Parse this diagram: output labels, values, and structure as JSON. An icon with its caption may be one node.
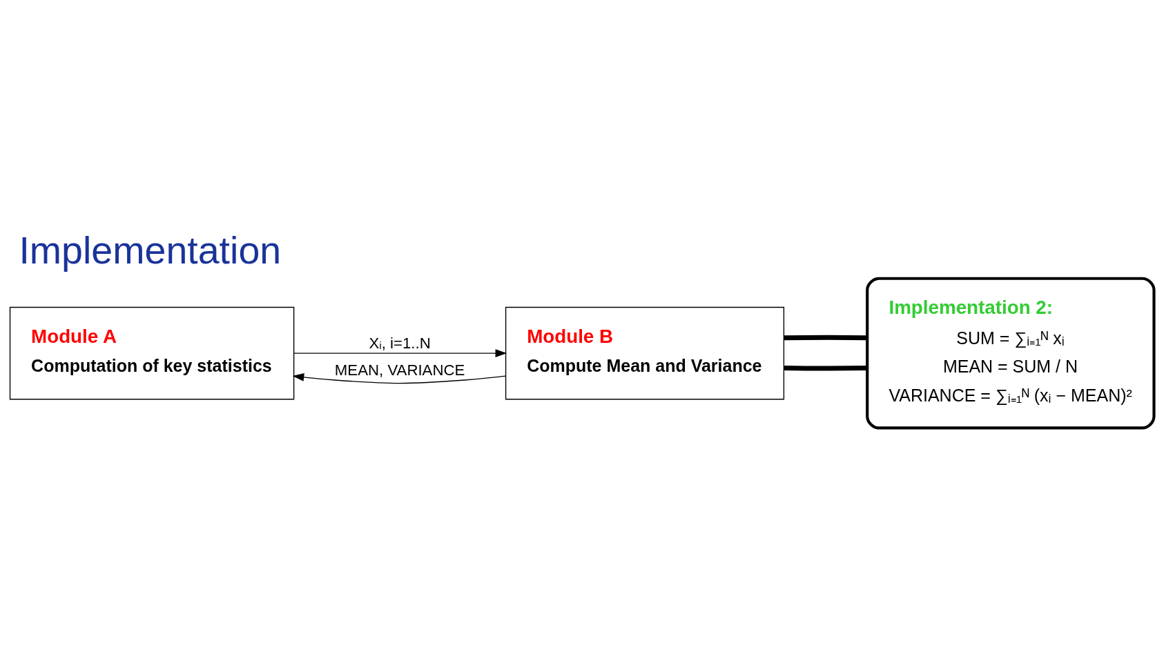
{
  "diagram": {
    "title": "Implementation",
    "nodes": [
      {
        "text": [
          "Module A",
          "Computation of key statistics"
        ]
      },
      {
        "text": [
          "Module B",
          "Compute Mean and Variance"
        ]
      },
      {
        "text": [
          "Implementation 2:",
          "SUM = ∑ᵢ₌₁ᴺ xᵢ",
          "MEAN = SUM / N",
          "VARIANCE = ∑ᵢ₌₁ᴺ (xᵢ − MEAN)²"
        ]
      }
    ],
    "edges": [
      {
        "from": 0,
        "to": 1,
        "arrow": "to",
        "label": "Xᵢ, i=1..N"
      },
      {
        "from": 1,
        "to": 0,
        "arrow": "to",
        "label": "MEAN, VARIANCE"
      },
      {
        "from": 1,
        "to": 2,
        "arrow": "none",
        "style": "thick"
      },
      {
        "from": 1,
        "to": 2,
        "arrow": "none",
        "style": "thick"
      }
    ]
  }
}
